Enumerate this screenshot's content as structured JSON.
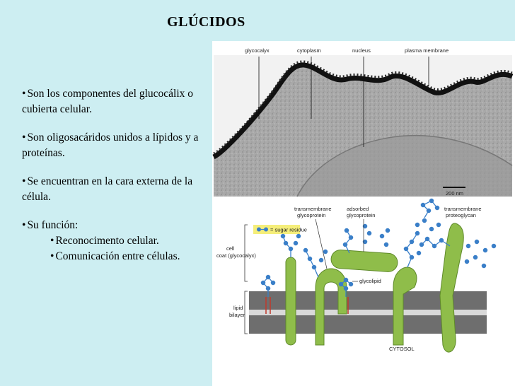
{
  "slide": {
    "title": "GLÚCIDOS",
    "bullets": [
      "Son los componentes del glucocálix o cubierta celular.",
      "Son oligosacáridos unidos a lípidos y a proteínas.",
      "Se encuentran en la  cara externa de la célula.",
      "Su función:"
    ],
    "sub_bullets": [
      "Reconocimento celular.",
      "Comunicación entre células."
    ]
  },
  "micrograph": {
    "labels": {
      "glycocalyx": "glycocalyx",
      "cytoplasm": "cytoplasm",
      "nucleus": "nucleus",
      "plasma_membrane": "plasma membrane"
    },
    "scale_bar": "200 nm"
  },
  "diagram": {
    "labels": {
      "transmembrane_glycoprotein": "transmembrane glycoprotein",
      "adsorbed_glycoprotein": "adsorbed glycoprotein",
      "transmembrane_proteoglycan": "transmembrane proteoglycan",
      "sugar_residue": "= sugar residue",
      "cell_coat": "cell coat (glycocalyx)",
      "glycolipid": "glycolipid",
      "lipid_bilayer": "lipid bilayer",
      "cytosol": "CYTOSOL"
    }
  },
  "colors": {
    "background": "#cdeef2",
    "protein_green": "#8fbd4a",
    "sugar_blue": "#3a7fc8",
    "membrane_gray": "#6e6e6e",
    "lipid_red": "#c0392b",
    "legend_yellow": "#f5ee7a"
  }
}
